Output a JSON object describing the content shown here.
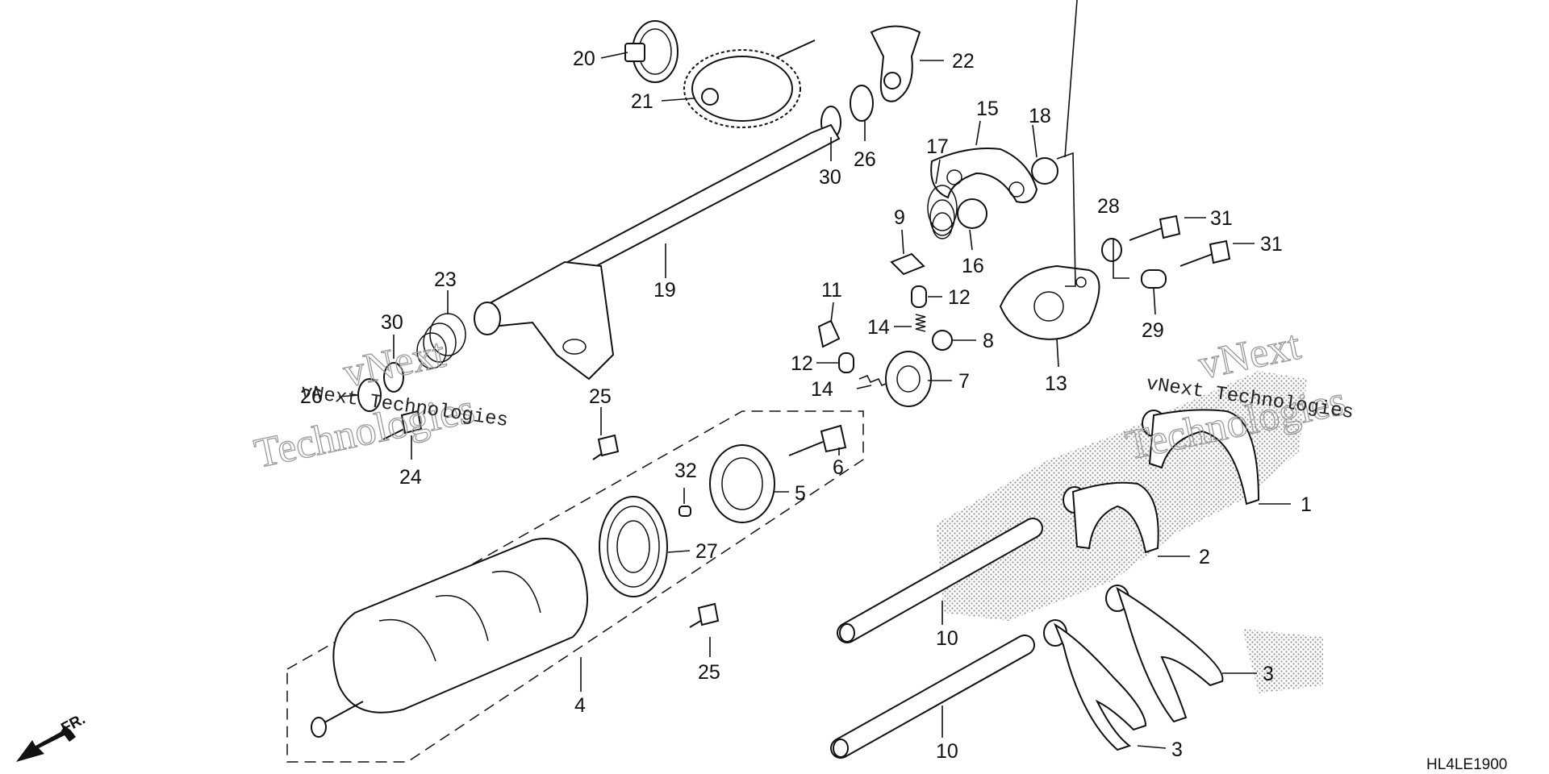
{
  "diagram_code": "HL4LE1900",
  "direction_label": "FR.",
  "watermark": {
    "line1": "vNext",
    "line2": "Technologies",
    "small": "vNext Technologies"
  },
  "callouts": {
    "c1": "1",
    "c2": "2",
    "c3a": "3",
    "c3b": "3",
    "c4": "4",
    "c5": "5",
    "c6": "6",
    "c7": "7",
    "c8": "8",
    "c9": "9",
    "c10a": "10",
    "c10b": "10",
    "c11": "11",
    "c12a": "12",
    "c12b": "12",
    "c13": "13",
    "c14a": "14",
    "c14b": "14",
    "c15": "15",
    "c16": "16",
    "c17": "17",
    "c18": "18",
    "c19": "19",
    "c20": "20",
    "c21": "21",
    "c22": "22",
    "c23": "23",
    "c24": "24",
    "c25a": "25",
    "c25b": "25",
    "c26a": "26",
    "c26b": "26",
    "c27": "27",
    "c28": "28",
    "c29": "29",
    "c30a": "30",
    "c30b": "30",
    "c31a": "31",
    "c31b": "31",
    "c32": "32"
  }
}
